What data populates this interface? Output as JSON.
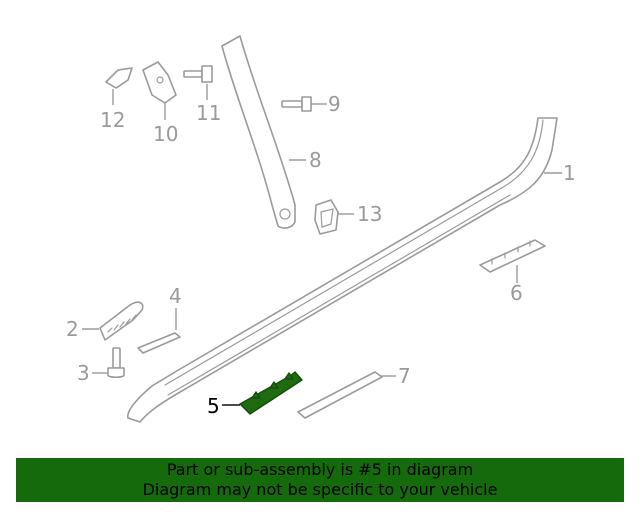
{
  "diagram": {
    "callouts": [
      {
        "id": "1",
        "label": "1",
        "selected": false
      },
      {
        "id": "2",
        "label": "2",
        "selected": false
      },
      {
        "id": "3",
        "label": "3",
        "selected": false
      },
      {
        "id": "4",
        "label": "4",
        "selected": false
      },
      {
        "id": "5",
        "label": "5",
        "selected": true
      },
      {
        "id": "6",
        "label": "6",
        "selected": false
      },
      {
        "id": "7",
        "label": "7",
        "selected": false
      },
      {
        "id": "8",
        "label": "8",
        "selected": false
      },
      {
        "id": "9",
        "label": "9",
        "selected": false
      },
      {
        "id": "10",
        "label": "10",
        "selected": false
      },
      {
        "id": "11",
        "label": "11",
        "selected": false
      },
      {
        "id": "12",
        "label": "12",
        "selected": false
      },
      {
        "id": "13",
        "label": "13",
        "selected": false
      }
    ]
  },
  "banner": {
    "line1": "Part or sub-assembly is #5 in diagram",
    "line2": "Diagram may not be specific to your vehicle"
  },
  "colors": {
    "highlight": "#1e6b10",
    "banner_bg": "#156b0b",
    "line": "#9a9a9a"
  }
}
